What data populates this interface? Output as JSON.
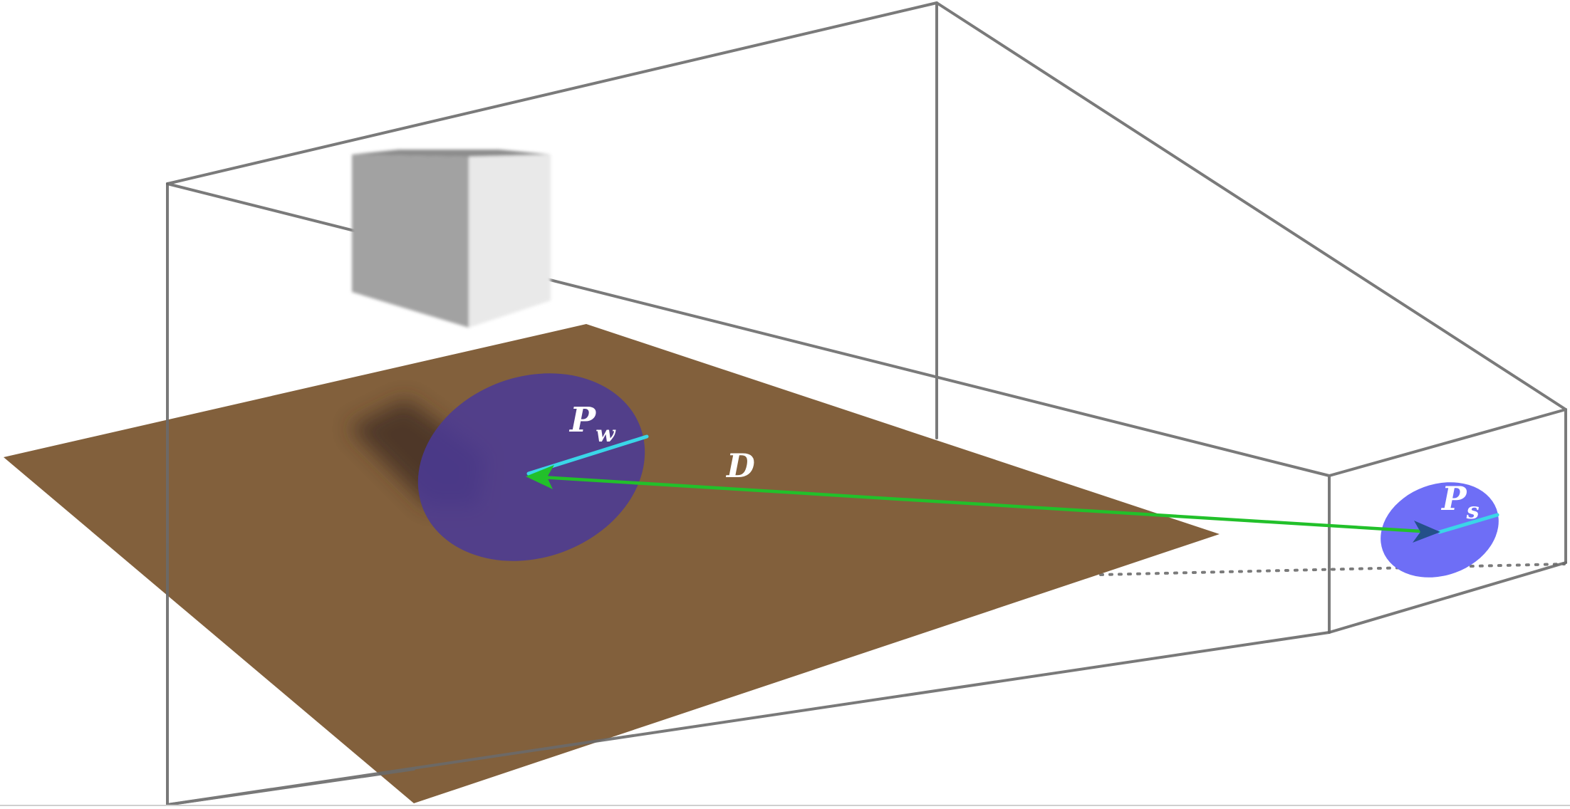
{
  "labels": {
    "world_point": "P",
    "world_point_sub": "w",
    "distance": "D",
    "screen_point": "P",
    "screen_point_sub": "s"
  },
  "colors": {
    "background": "#ffffff",
    "frustum_lines": "#7a7a7a",
    "ground_plane": "#82603c",
    "world_ellipse": "#4a3a98",
    "screen_ellipse": "#6e6ef6",
    "radius_line": "#3ad6e8",
    "distance_arrow": "#22c02a",
    "arrow_head_dark": "#24508a",
    "cube_left": "#a2a2a2",
    "cube_right": "#e9e9e9",
    "cube_top": "#8c8c8c",
    "label_text": "#ffffff"
  },
  "icons": {
    "arrow": "arrow-right-icon"
  }
}
